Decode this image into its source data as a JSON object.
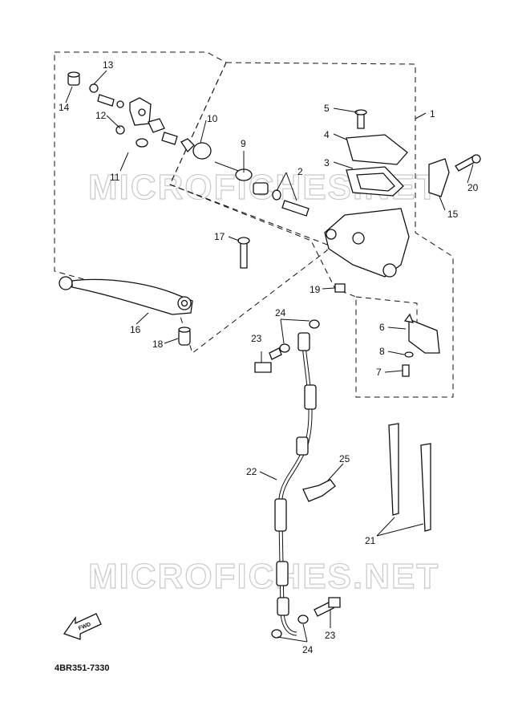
{
  "watermark": {
    "upper": "MICROFICHES.NET",
    "lower": "MICROFICHES.NET"
  },
  "drawing_code": "4BR351-7330",
  "forward_arrow_label": "FWD",
  "callouts": {
    "c1": "1",
    "c2": "2",
    "c3": "3",
    "c4": "4",
    "c5": "5",
    "c6": "6",
    "c7": "7",
    "c8": "8",
    "c9": "9",
    "c10": "10",
    "c11": "11",
    "c12": "12",
    "c13": "13",
    "c14": "14",
    "c15": "15",
    "c16": "16",
    "c17": "17",
    "c18": "18",
    "c19": "19",
    "c20": "20",
    "c21": "21",
    "c22": "22",
    "c23a": "23",
    "c23b": "23",
    "c24a": "24",
    "c24b": "24",
    "c25": "25"
  }
}
